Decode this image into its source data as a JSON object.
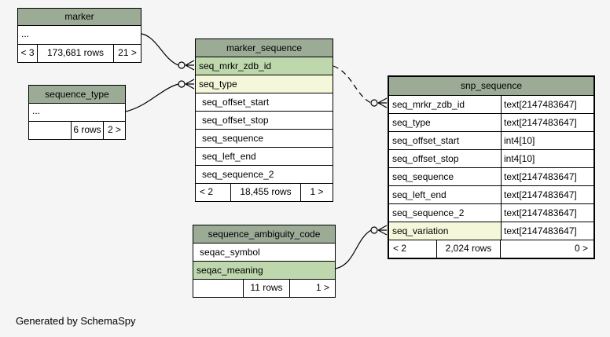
{
  "page": {
    "credit": "Generated by SchemaSpy"
  },
  "colors": {
    "bg": "#f5f5f5",
    "header": "#9bab96",
    "primary_key": "#bed7ad",
    "indexed": "#f4f7da",
    "line": "#000000"
  },
  "tables": {
    "marker": {
      "title": "marker",
      "ellipsis": "...",
      "footer": {
        "left": "< 3",
        "center": "173,681 rows",
        "right": "21 >"
      }
    },
    "sequence_type": {
      "title": "sequence_type",
      "ellipsis": "...",
      "footer": {
        "left": "",
        "center": "6 rows",
        "right": "2 >"
      }
    },
    "marker_sequence": {
      "title": "marker_sequence",
      "columns": [
        {
          "name": "seq_mrkr_zdb_id",
          "style": "primary_key"
        },
        {
          "name": "seq_type",
          "style": "indexed"
        },
        {
          "name": "seq_offset_start",
          "style": "plain"
        },
        {
          "name": "seq_offset_stop",
          "style": "plain"
        },
        {
          "name": "seq_sequence",
          "style": "plain"
        },
        {
          "name": "seq_left_end",
          "style": "plain"
        },
        {
          "name": "seq_sequence_2",
          "style": "plain"
        }
      ],
      "footer": {
        "left": "< 2",
        "center": "18,455 rows",
        "right": "1 >"
      }
    },
    "snp_sequence": {
      "title": "snp_sequence",
      "columns": [
        {
          "name": "seq_mrkr_zdb_id",
          "type": "text[2147483647]",
          "style": "plain"
        },
        {
          "name": "seq_type",
          "type": "text[2147483647]",
          "style": "plain"
        },
        {
          "name": "seq_offset_start",
          "type": "int4[10]",
          "style": "plain"
        },
        {
          "name": "seq_offset_stop",
          "type": "int4[10]",
          "style": "plain"
        },
        {
          "name": "seq_sequence",
          "type": "text[2147483647]",
          "style": "plain"
        },
        {
          "name": "seq_left_end",
          "type": "text[2147483647]",
          "style": "plain"
        },
        {
          "name": "seq_sequence_2",
          "type": "text[2147483647]",
          "style": "plain"
        },
        {
          "name": "seq_variation",
          "type": "text[2147483647]",
          "style": "indexed"
        }
      ],
      "footer": {
        "left": "< 2",
        "center": "2,024 rows",
        "right": "0 >"
      }
    },
    "sequence_ambiguity_code": {
      "title": "sequence_ambiguity_code",
      "columns": [
        {
          "name": "seqac_symbol",
          "style": "plain"
        },
        {
          "name": "seqac_meaning",
          "style": "primary_key"
        }
      ],
      "footer": {
        "left": "",
        "center": "11 rows",
        "right": "1 >"
      }
    }
  },
  "relationships": [
    {
      "from": "marker",
      "to": "marker_sequence.seq_mrkr_zdb_id",
      "style": "solid"
    },
    {
      "from": "sequence_type",
      "to": "marker_sequence.seq_type",
      "style": "solid"
    },
    {
      "from": "marker_sequence.seq_mrkr_zdb_id",
      "to": "snp_sequence.seq_mrkr_zdb_id",
      "style": "dashed"
    },
    {
      "from": "sequence_ambiguity_code.seqac_meaning",
      "to": "snp_sequence.seq_variation",
      "style": "solid"
    }
  ]
}
